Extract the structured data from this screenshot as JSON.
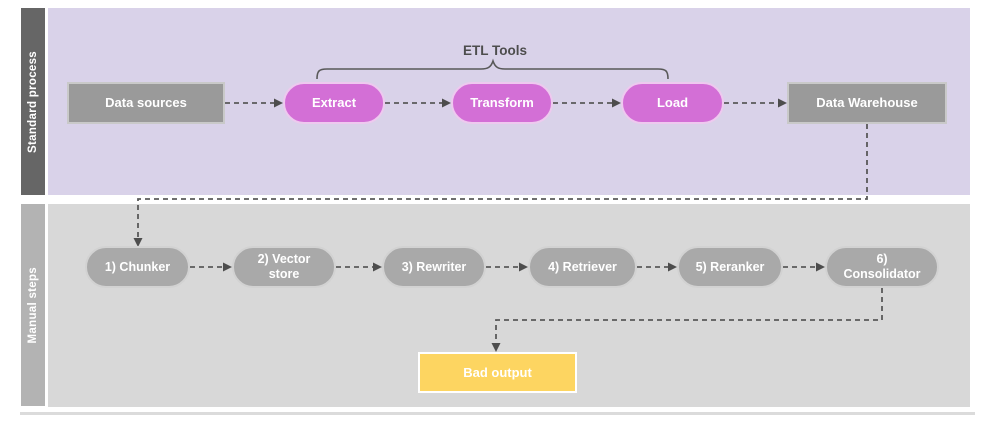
{
  "lanes": [
    {
      "label": "Standard process"
    },
    {
      "label": "Manual steps"
    }
  ],
  "standard_process": {
    "etl_tools_label": "ETL Tools",
    "nodes": {
      "data_sources": "Data sources",
      "extract": "Extract",
      "transform": "Transform",
      "load": "Load",
      "data_warehouse": "Data Warehouse"
    }
  },
  "manual_steps": {
    "nodes": [
      "1) Chunker",
      "2) Vector\nstore",
      "3) Rewriter",
      "4) Retriever",
      "5) Reranker",
      "6)\nConsolidator"
    ],
    "bad_output": "Bad output"
  },
  "colors": {
    "lane1_bar": "#666666",
    "lane1_bg": "#d9d2e9",
    "lane2_bar": "#b3b3b3",
    "lane2_bg": "#d8d8d8",
    "gray_box": "#9a9a9a",
    "gray_box_border": "#c9c9c9",
    "pill_pink": "#d36fd6",
    "pill_pink_border": "#eec9ef",
    "pill_gray": "#a9a9a9",
    "pill_gray_border": "#d2d2d2",
    "yellow_box": "#fdd561",
    "connector": "#595959",
    "arrowhead": "#4d4d4d"
  }
}
